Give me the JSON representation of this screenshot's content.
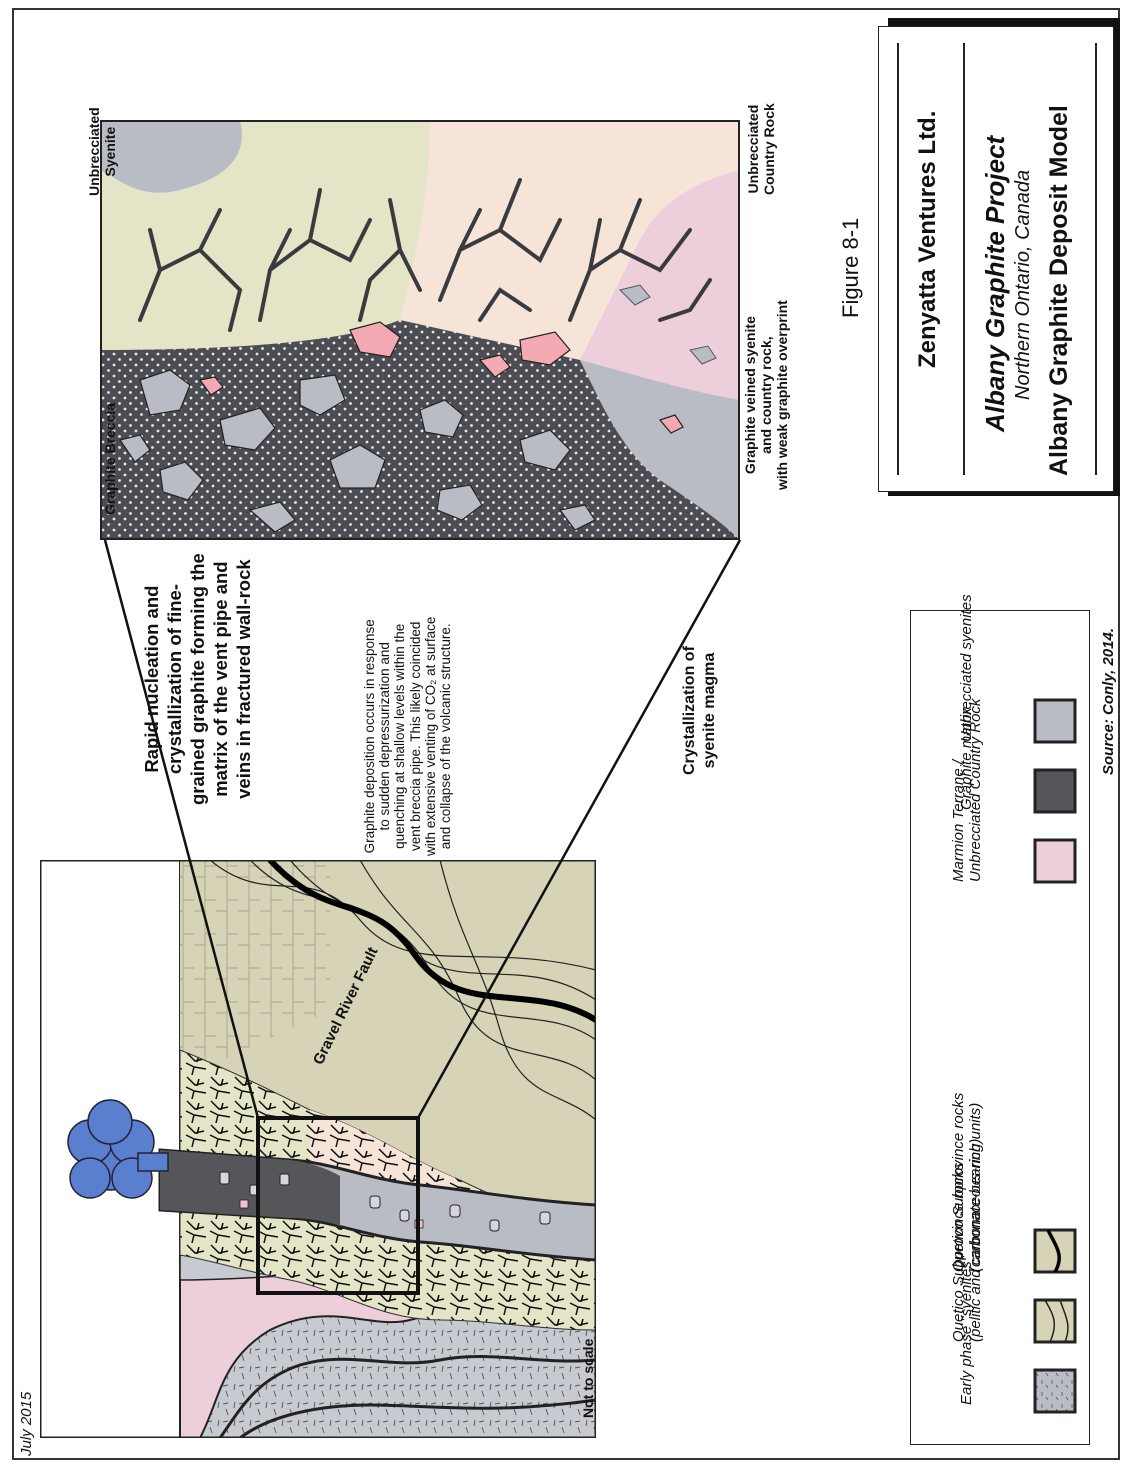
{
  "title_block": {
    "company": "Zenyatta Ventures Ltd.",
    "project": "Albany Graphite Project",
    "location": "Northern Ontario, Canada",
    "model": "Albany Graphite Deposit Model"
  },
  "figure_number": "Figure 8-1",
  "footer": {
    "date": "July 2015",
    "source": "Source: Conly, 2014."
  },
  "diagram": {
    "not_to_scale": "Not to scale",
    "fault_label": "Gravel River Fault"
  },
  "callouts": {
    "rapid_nucleation": [
      "Rapid nucleation and",
      "crystallization of fine-",
      "grained graphite forming the",
      "matrix of the vent pipe and",
      "veins in fractured wall-rock"
    ],
    "deposition_note": [
      "Graphite deposition occurs in response",
      "to sudden depressurization and",
      "quenching at shallow levels within the",
      "vent breccia pipe. This likely coincided",
      "with extensive venting of CO₂ at surface",
      "and collapse of the volcanic structure."
    ],
    "crystallization": [
      "Crystallization of",
      "syenite magma"
    ]
  },
  "detail_labels": {
    "graphite_breccia": "Graphite Breccia",
    "unbrecciated_syenite": [
      "Unbrecciated",
      "Syenite"
    ],
    "unbrecciated_country_rock": [
      "Unbrecciated",
      "Country Rock"
    ],
    "veined": [
      "Graphite veined syenite",
      "and country rock,",
      "with weak graphite overprint"
    ]
  },
  "legend": [
    {
      "label": [
        "Early phase \"syenites\""
      ],
      "swatch": "syenite-early",
      "color": "#b9bcc4"
    },
    {
      "label": [
        "Quetico Subprovince rocks",
        "(pelitic and carbonate-bearing units)"
      ],
      "swatch": "quetico-pelitic",
      "color": "#d6d3b6"
    },
    {
      "label": [
        "Quetico Subprovince rocks",
        "(carbonaceous-rich)"
      ],
      "swatch": "quetico-carbon",
      "color": "#d6d3b6"
    },
    {
      "label": [
        "Marmion Terrane /",
        "Unbrecciated Country Rock"
      ],
      "swatch": "marmion",
      "color": "#edcfdc"
    },
    {
      "label": [
        "Graphite matrix"
      ],
      "swatch": "graphite",
      "color": "#555659"
    },
    {
      "label": [
        "Unbrecciated syenites"
      ],
      "swatch": "syenite",
      "color": "#b9bcc4"
    }
  ],
  "colors": {
    "pink": "#edcfdc",
    "khaki": "#d6d3b6",
    "cream": "#e4e5c6",
    "peach": "#f7e4d9",
    "grey": "#b9bcc4",
    "dark": "#555659",
    "clast_pink": "#f2a9b3",
    "vent_blue": "#5b7fcf"
  }
}
